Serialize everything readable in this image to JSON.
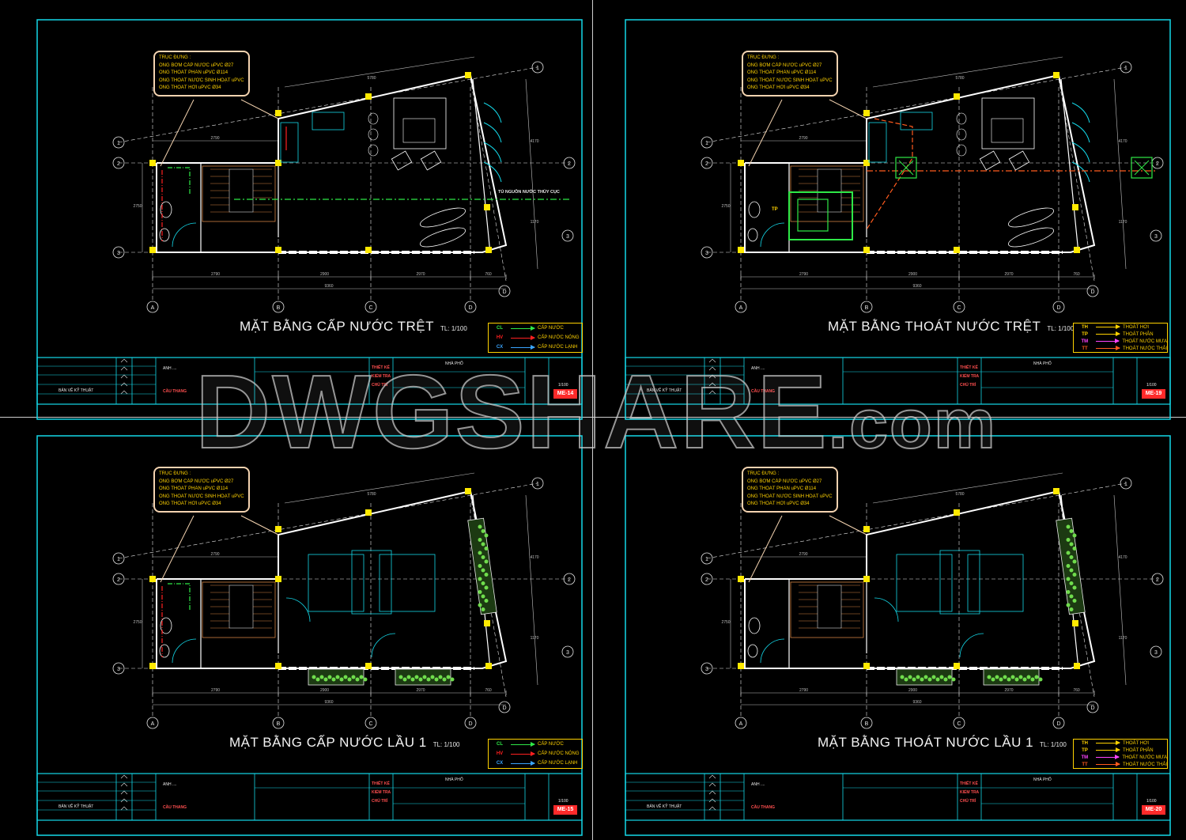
{
  "watermark": {
    "main": "DWGSHARE",
    "suffix": ".com"
  },
  "colors": {
    "frame": "#14d8e8",
    "wall": "#ffffff",
    "column": "#ffe900",
    "supply_cold": "#2ee847",
    "supply_hot": "#ff2020",
    "supply_cx": "#ff2020",
    "drain_tp": "#ffd200",
    "drain_tm": "#ff44ff",
    "drain_tt": "#ff5b1e",
    "dimension": "#bcbcbc",
    "axis": "#e6e6e6",
    "leader": "#f4d3b0"
  },
  "riser_note": {
    "lines": [
      "TRỤC ĐỨNG :",
      "ỐNG BƠM CẤP NƯỚC uPVC Ø27",
      "ỐNG THOÁT PHÂN uPVC Ø114",
      "ỐNG THOÁT NƯỚC SINH HOẠT uPVC Ø60",
      "ỐNG THOÁT HƠI uPVC Ø34"
    ]
  },
  "dimensions": {
    "top": "5780",
    "left_height": "2750",
    "room_width": "2790",
    "bottom": [
      "2790",
      "2900",
      "2970",
      "760"
    ],
    "total": "9360",
    "side_a": "4170",
    "side_b": "1170"
  },
  "axes": {
    "columns": [
      "A",
      "B",
      "C",
      "D"
    ],
    "rows": [
      "1",
      "2",
      "3"
    ]
  },
  "titleblock": {
    "drawer_label": "BẢN VẼ KỸ THUẬT",
    "owner": "ANH ....",
    "project": "NHÀ PHỐ",
    "scale": "1/100",
    "row_labels": [
      "THIẾT KẾ",
      "KIỂM TRA",
      "CHỦ TRÌ"
    ],
    "stair": "CẦU THANG"
  },
  "legend_supply": [
    {
      "code": "CL",
      "label": "CẤP NƯỚC",
      "color": "#2ee847"
    },
    {
      "code": "HV",
      "label": "CẤP NƯỚC NÓNG",
      "color": "#ff2020"
    },
    {
      "code": "CX",
      "label": "CẤP NƯỚC LẠNH",
      "color": "#3aa5ff"
    }
  ],
  "legend_drain": [
    {
      "code": "TH",
      "label": "THOÁT HƠI",
      "color": "#ffd200"
    },
    {
      "code": "TP",
      "label": "THOÁT PHÂN",
      "color": "#ffd200"
    },
    {
      "code": "TM",
      "label": "THOÁT NƯỚC MƯA",
      "color": "#ff44ff"
    },
    {
      "code": "TT",
      "label": "THOÁT NƯỚC THẢI",
      "color": "#ff5b1e"
    }
  ],
  "sheets": [
    {
      "title": "MẶT BẰNG CẤP NƯỚC TRỆT",
      "scale": "TL: 1/100",
      "number": "ME-14",
      "legend": "supply",
      "floor": "ground",
      "system": "supply",
      "pipe_label": "TỦ NGUỒN NƯỚC THỦY CỤC"
    },
    {
      "title": "MẶT BẰNG THOÁT NƯỚC TRỆT",
      "scale": "TL: 1/100",
      "number": "ME-19",
      "legend": "drain",
      "floor": "ground",
      "system": "drain",
      "pipe_label": "TP"
    },
    {
      "title": "MẶT BẰNG CẤP NƯỚC LẦU 1",
      "scale": "TL: 1/100",
      "number": "ME-15",
      "legend": "supply",
      "floor": "upper",
      "system": "supply",
      "pipe_label": ""
    },
    {
      "title": "MẶT BẰNG THOÁT NƯỚC LẦU 1",
      "scale": "TL: 1/100",
      "number": "ME-20",
      "legend": "drain",
      "floor": "upper",
      "system": "drain",
      "pipe_label": ""
    }
  ]
}
